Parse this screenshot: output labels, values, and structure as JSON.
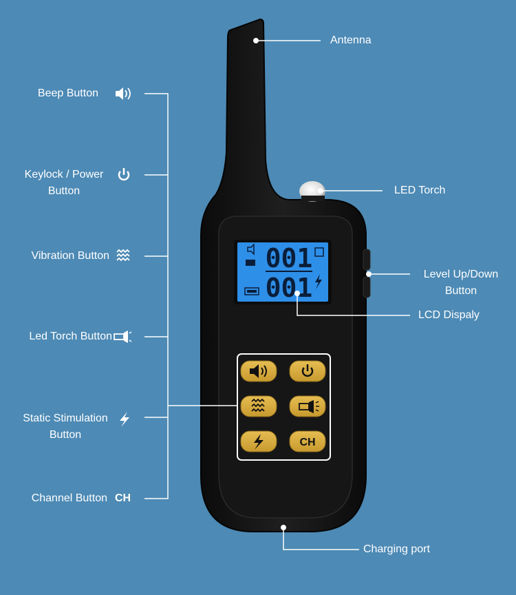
{
  "labels": {
    "antenna": "Antenna",
    "beep": "Beep Button",
    "keylock_line1": "Keylock / Power",
    "keylock_line2": "Button",
    "vibration": "Vibration Button",
    "torch_button": "Led Torch Button",
    "static_line1": "Static Stimulation",
    "static_line2": "Button",
    "channel": "Channel Button",
    "channel_icon": "CH",
    "led_torch": "LED Torch",
    "level_line1": "Level Up/Down",
    "level_line2": "Button",
    "lcd": "LCD Dispaly",
    "charging": "Charging port"
  },
  "lcd": {
    "top_digits": "001",
    "bottom_digits": "001"
  },
  "keypad": {
    "ch_label": "CH"
  },
  "icons": {
    "beep": "speaker-icon",
    "power": "power-icon",
    "vibration": "vibration-icon",
    "torch": "flashlight-icon",
    "static": "lightning-icon"
  },
  "colors": {
    "background": "#4d8ab5",
    "device_body": "#121212",
    "lcd_screen": "#2e8fe8",
    "keypad_button": "#d6aa3c",
    "text": "#ffffff"
  }
}
